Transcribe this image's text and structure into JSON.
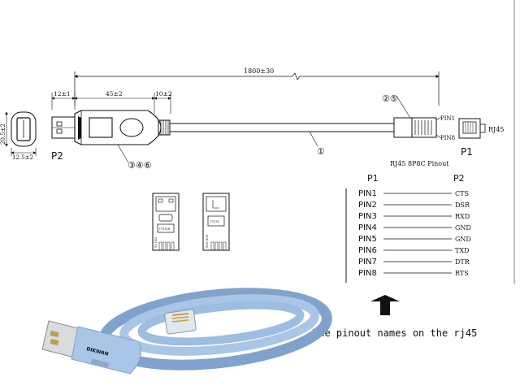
{
  "dimensions": {
    "total_length": "1800±30",
    "dim_12": "12±1",
    "dim_45": "45±2",
    "dim_10": "10±2",
    "dim_20_5": "20.5±2",
    "dim_12_5": "12.5±2"
  },
  "callouts": {
    "rj45_parts": "②⑤",
    "cable": "①",
    "usb_parts": "③④⑥"
  },
  "labels": {
    "p2": "P2",
    "p1": "P1",
    "pin1_side": "PIN1",
    "pin8_side": "PIN8",
    "rj45": "RJ45",
    "pinout_title": "RJ45 8P8C Pinout"
  },
  "pinout_table": {
    "header_left": "P1",
    "header_right": "P2",
    "rows": [
      {
        "pin": "PIN1",
        "signal": "CTS"
      },
      {
        "pin": "PIN2",
        "signal": "DSR"
      },
      {
        "pin": "PIN3",
        "signal": "RXD"
      },
      {
        "pin": "PIN4",
        "signal": "GND"
      },
      {
        "pin": "PIN5",
        "signal": "GND"
      },
      {
        "pin": "PIN6",
        "signal": "TXD"
      },
      {
        "pin": "PIN7",
        "signal": "DTR"
      },
      {
        "pin": "PIN8",
        "signal": "RTS"
      }
    ]
  },
  "caption": "The pinout names on the rj45",
  "product": {
    "brand": "DIKWAN",
    "cable_color": "#a9c6e6",
    "cable_dark": "#7fa3cc"
  },
  "pcb_labels": {
    "left_chip": "FT232R",
    "right_chip": "FT232",
    "left_pins": "5V TXD",
    "right_pins": "RXD DCD"
  }
}
